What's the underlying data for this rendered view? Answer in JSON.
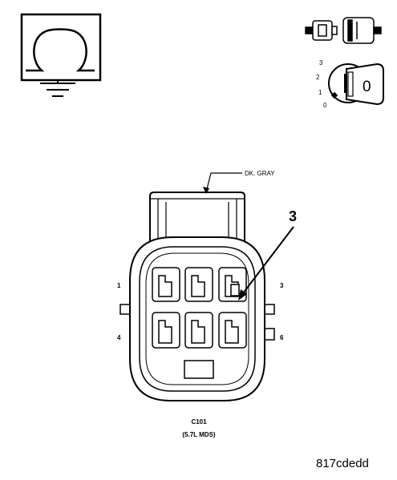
{
  "wire_label": "DK. GRAY",
  "callout_number": "3",
  "pin_labels": {
    "top_left": "1",
    "top_right": "3",
    "bottom_left": "4",
    "bottom_right": "6"
  },
  "ignition": {
    "positions": [
      "3",
      "2",
      "1",
      "0"
    ],
    "key_label": "0"
  },
  "connector": {
    "id": "C101",
    "description": "(5.7L MDS)"
  },
  "figure_code": "817cdedd",
  "icons": [
    "ohmmeter-ground-icon",
    "connector-disconnected-icon",
    "ignition-key-off-icon"
  ]
}
